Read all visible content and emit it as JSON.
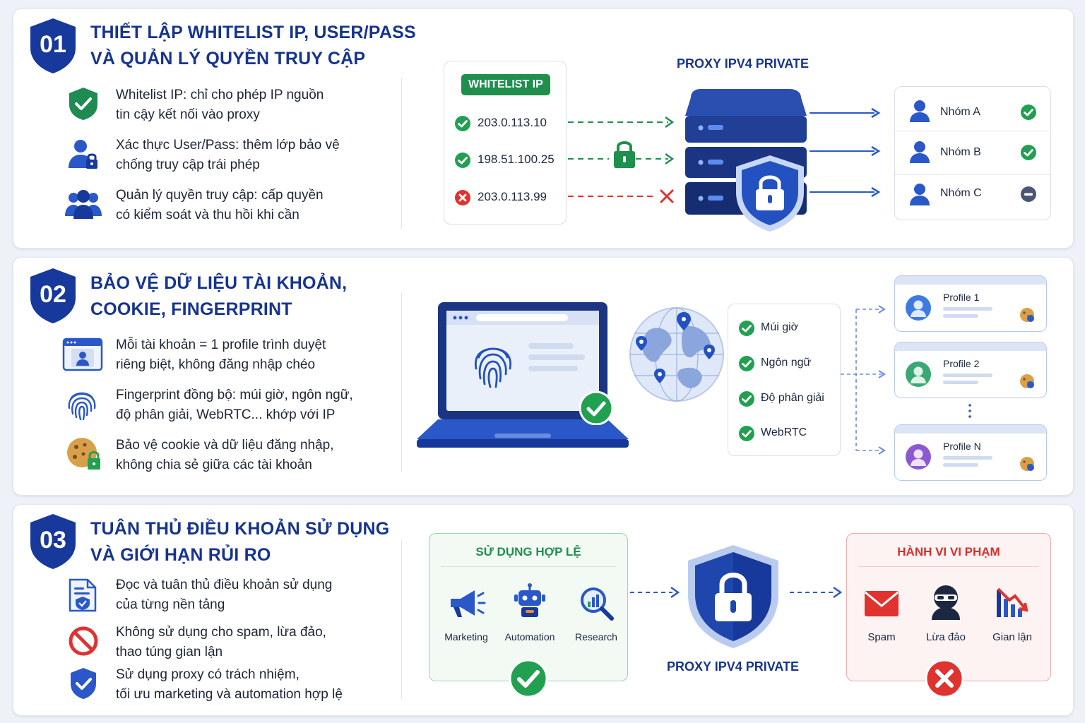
{
  "section1": {
    "number": "01",
    "title_line1": "THIẾT LẬP WHITELIST IP, USER/PASS",
    "title_line2": "VÀ QUẢN LÝ QUYỀN TRUY CẬP",
    "items": [
      {
        "line1": "Whitelist IP: chỉ cho phép IP nguồn",
        "line2": "tin cậy kết nối vào proxy",
        "icon": "shield-check-icon"
      },
      {
        "line1": "Xác thực User/Pass: thêm lớp bảo vệ",
        "line2": "chống truy cập trái phép",
        "icon": "user-lock-icon"
      },
      {
        "line1": "Quản lý quyền truy cập: cấp quyền",
        "line2": "có kiểm soát và thu hồi khi cần",
        "icon": "users-group-icon"
      }
    ],
    "whitelist_label": "WHITELIST IP",
    "ips": [
      {
        "ip": "203.0.113.10",
        "status": "allowed"
      },
      {
        "ip": "198.51.100.25",
        "status": "allowed"
      },
      {
        "ip": "203.0.113.99",
        "status": "blocked"
      }
    ],
    "server_label": "PROXY IPV4 PRIVATE",
    "groups": [
      {
        "name": "Nhóm A",
        "status": "allowed"
      },
      {
        "name": "Nhóm B",
        "status": "allowed"
      },
      {
        "name": "Nhóm C",
        "status": "revoked"
      }
    ]
  },
  "section2": {
    "number": "02",
    "title_line1": "BẢO VỆ DỮ LIỆU TÀI KHOẢN,",
    "title_line2": "COOKIE, FINGERPRINT",
    "items": [
      {
        "line1": "Mỗi tài khoản = 1 profile trình duyệt",
        "line2": "riêng biệt, không đăng nhập chéo",
        "icon": "browser-profile-icon"
      },
      {
        "line1": "Fingerprint đồng bộ: múi giờ, ngôn ngữ,",
        "line2": "độ phân giải, WebRTC... khớp với IP",
        "icon": "fingerprint-icon"
      },
      {
        "line1": "Bảo vệ cookie và dữ liệu đăng nhập,",
        "line2": "không chia sẻ giữa các tài khoản",
        "icon": "cookie-lock-icon"
      }
    ],
    "checks": [
      "Múi giờ",
      "Ngôn ngữ",
      "Độ phân giải",
      "WebRTC"
    ],
    "profiles": [
      {
        "name": "Profile 1",
        "color": "#3d7be0"
      },
      {
        "name": "Profile 2",
        "color": "#3aa873"
      },
      {
        "name": "Profile N",
        "color": "#8a5ad0"
      }
    ]
  },
  "section3": {
    "number": "03",
    "title_line1": "TUÂN THỦ ĐIỀU KHOẢN SỬ DỤNG",
    "title_line2": "VÀ GIỚI HẠN RỦI RO",
    "items": [
      {
        "line1": "Đọc và tuân thủ điều khoản sử dụng",
        "line2": "của từng nền tảng",
        "icon": "document-shield-icon"
      },
      {
        "line1": "Không sử dụng cho spam, lừa đảo,",
        "line2": "thao túng gian lận",
        "icon": "prohibited-icon"
      },
      {
        "line1": "Sử dụng proxy có trách nhiệm,",
        "line2": "tối ưu marketing và automation hợp lệ",
        "icon": "shield-check-icon"
      }
    ],
    "valid_label": "SỬ DỤNG HỢP LỆ",
    "valid_uses": [
      "Marketing",
      "Automation",
      "Research"
    ],
    "center_label": "PROXY IPV4 PRIVATE",
    "violation_label": "HÀNH VI VI PHẠM",
    "violations": [
      "Spam",
      "Lừa đảo",
      "Gian lận"
    ]
  },
  "colors": {
    "navy": "#16348f",
    "green": "#22a052",
    "red": "#e0322e"
  }
}
